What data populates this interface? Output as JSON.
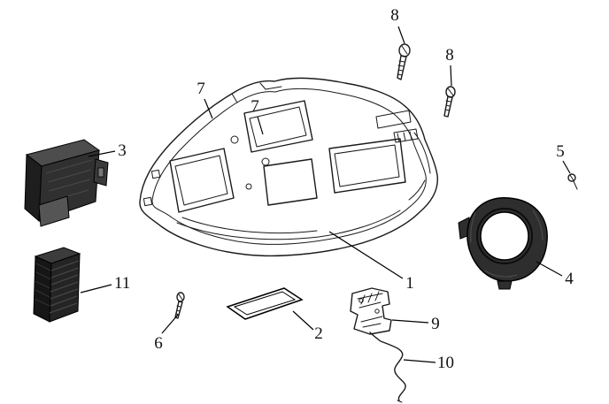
{
  "page": {
    "background": "#ffffff",
    "ink_color": "#1a1a1a"
  },
  "diagram": {
    "type": "exploded-parts-line-drawing",
    "description_visible_text_only": true,
    "labels": [
      {
        "part": "8",
        "text": "8"
      },
      {
        "part": "8",
        "text": "8"
      },
      {
        "part": "7",
        "text": "7"
      },
      {
        "part": "7",
        "text": "7"
      },
      {
        "part": "3",
        "text": "3"
      },
      {
        "part": "5",
        "text": "5"
      },
      {
        "part": "1",
        "text": "1"
      },
      {
        "part": "4",
        "text": "4"
      },
      {
        "part": "11",
        "text": "11"
      },
      {
        "part": "6",
        "text": "6"
      },
      {
        "part": "2",
        "text": "2"
      },
      {
        "part": "9",
        "text": "9"
      },
      {
        "part": "10",
        "text": "10"
      }
    ]
  }
}
